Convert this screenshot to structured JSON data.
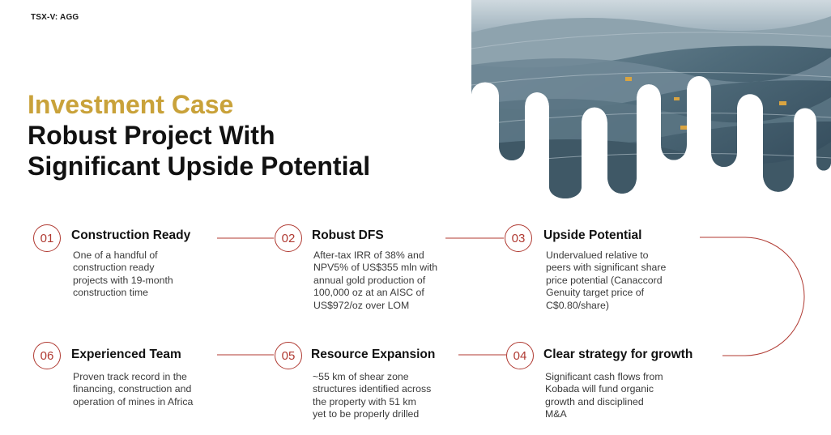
{
  "ticker": "TSX-V: AGG",
  "heading": {
    "eyebrow": "Investment Case",
    "line1": "Robust Project With",
    "line2": "Significant Upside Potential"
  },
  "colors": {
    "accent_gold": "#c9a23a",
    "accent_red": "#b03a32",
    "text_dark": "#111111"
  },
  "steps": [
    {
      "number": "01",
      "title": "Construction Ready",
      "body": [
        "One of a handful of",
        "construction ready",
        "projects with 19-month",
        "construction time"
      ]
    },
    {
      "number": "02",
      "title": "Robust DFS",
      "body": [
        "After-tax IRR of 38% and",
        "NPV5% of US$355 mln with",
        "annual gold production of",
        "100,000 oz at an AISC of",
        "US$972/oz over LOM"
      ]
    },
    {
      "number": "03",
      "title": "Upside Potential",
      "body": [
        "Undervalued relative to",
        "peers with significant share",
        "price potential (Canaccord",
        "Genuity target price of",
        "C$0.80/share)"
      ]
    },
    {
      "number": "04",
      "title": "Clear strategy for growth",
      "body": [
        "Significant cash flows from",
        "Kobada will fund organic",
        "growth and disciplined",
        "M&A"
      ]
    },
    {
      "number": "05",
      "title": "Resource Expansion",
      "body": [
        "~55 km of shear zone",
        "structures identified across",
        "the property with 51 km",
        "yet to be properly drilled"
      ]
    },
    {
      "number": "06",
      "title": "Experienced Team",
      "body": [
        "Proven track record in the",
        "financing, construction and",
        "operation of mines in Africa"
      ]
    }
  ]
}
